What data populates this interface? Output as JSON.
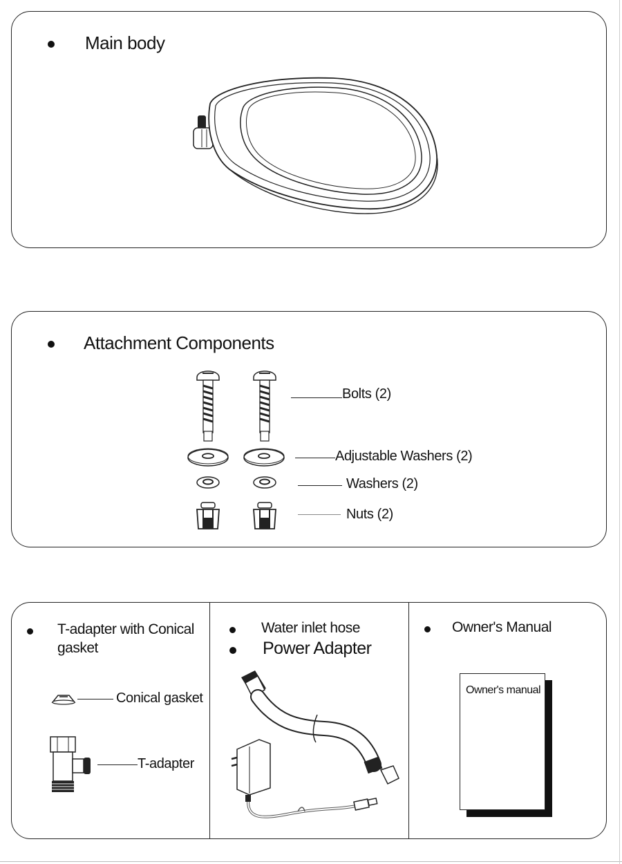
{
  "main_body": {
    "title": "Main body",
    "illustration_icon": "toilet-seat-icon"
  },
  "attachment": {
    "title": "Attachment Components",
    "parts": [
      {
        "label": "Bolts  (2)",
        "icon": "bolt-icon"
      },
      {
        "label": "Adjustable Washers  (2)",
        "icon": "adjustable-washer-icon"
      },
      {
        "label": "Washers  (2)",
        "icon": "washer-icon"
      },
      {
        "label": "Nuts  (2)",
        "icon": "nut-icon"
      }
    ]
  },
  "accessories": {
    "col1": {
      "title_line1": "T-adapter with Conical",
      "title_line2": "gasket",
      "parts": [
        {
          "label": "Conical gasket",
          "icon": "conical-gasket-icon"
        },
        {
          "label": "T-adapter",
          "icon": "t-adapter-icon"
        }
      ]
    },
    "col2": {
      "title_hose": "Water inlet hose",
      "title_power": "Power Adapter",
      "icons": [
        "water-hose-icon",
        "power-adapter-icon"
      ]
    },
    "col3": {
      "title": "Owner's Manual",
      "manual_cover_text": "Owner's manual"
    }
  }
}
